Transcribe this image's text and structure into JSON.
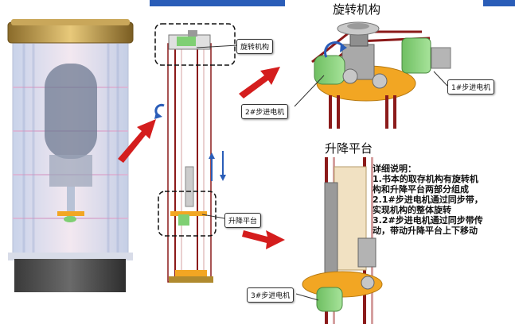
{
  "colors": {
    "accent_blue": "#2a5db8",
    "arrow_red": "#d41d1d",
    "belt": "#8b1a1a",
    "gold": "#f2a623"
  },
  "headings": {
    "rotation": "旋转机构",
    "lift": "升降平台"
  },
  "labels": {
    "rotation_small": "旋转机构",
    "lift_small": "升降平台",
    "motor1": "1#步进电机",
    "motor2": "2#步进电机",
    "motor3": "3#步进电机"
  },
  "description": {
    "title": "详细说明：",
    "lines": [
      "1.书本的取存机构有旋转机",
      "构和升降平台两部分组成",
      "2.1#步进电机通过同步带，",
      "实现机构的整体旋转",
      "3.2#步进电机通过同步带传",
      "动，带动升降平台上下移动"
    ]
  },
  "icons": [
    "rotate-arrow-icon",
    "up-down-arrow-icon",
    "red-arrow-icon"
  ]
}
